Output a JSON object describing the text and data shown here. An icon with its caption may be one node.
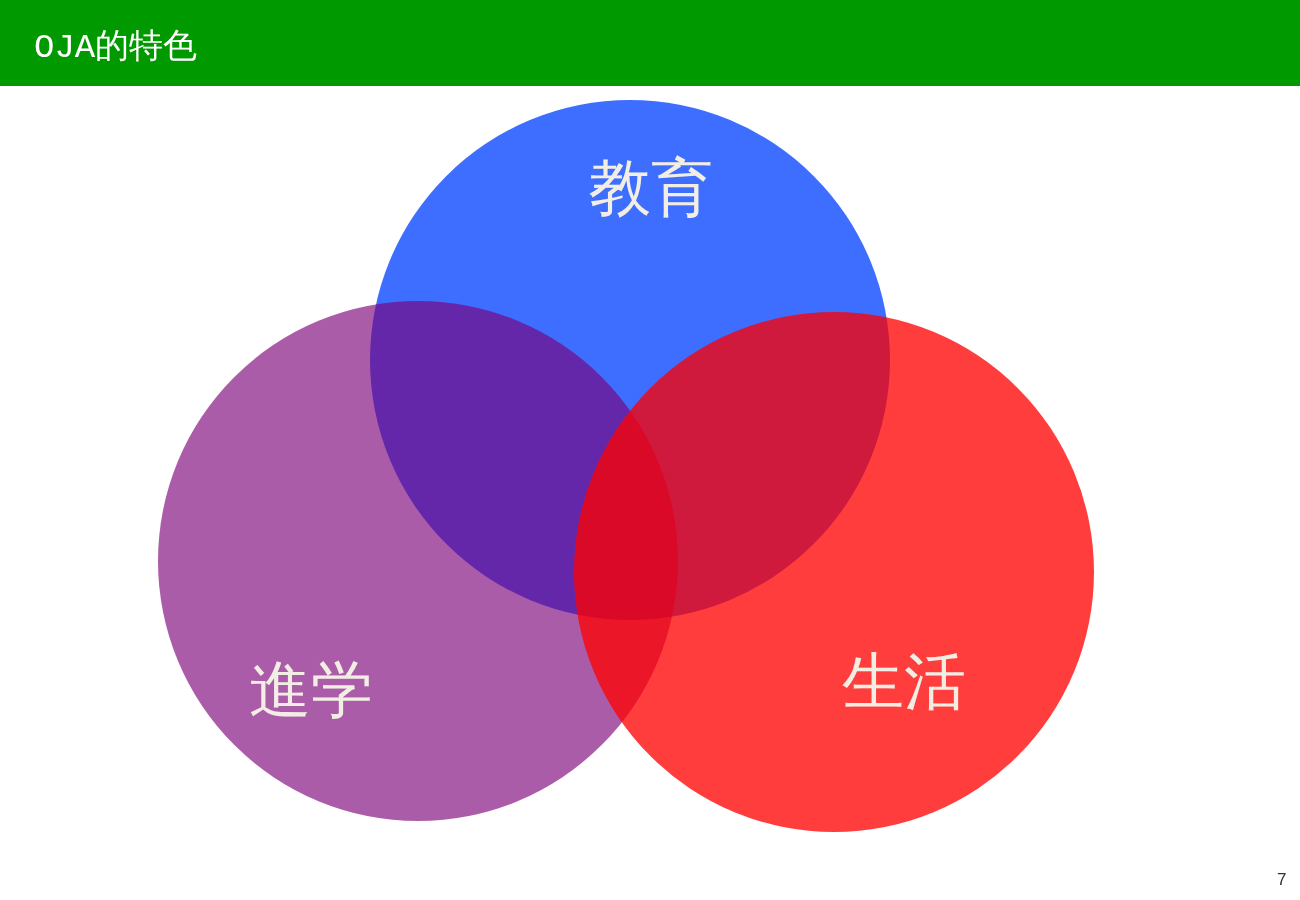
{
  "diagram": {
    "title": "OJA的特色",
    "nodes": [
      {
        "text": [
          "教育"
        ]
      },
      {
        "text": [
          "進学"
        ]
      },
      {
        "text": [
          "生活"
        ]
      }
    ],
    "labels": [
      "7"
    ]
  }
}
